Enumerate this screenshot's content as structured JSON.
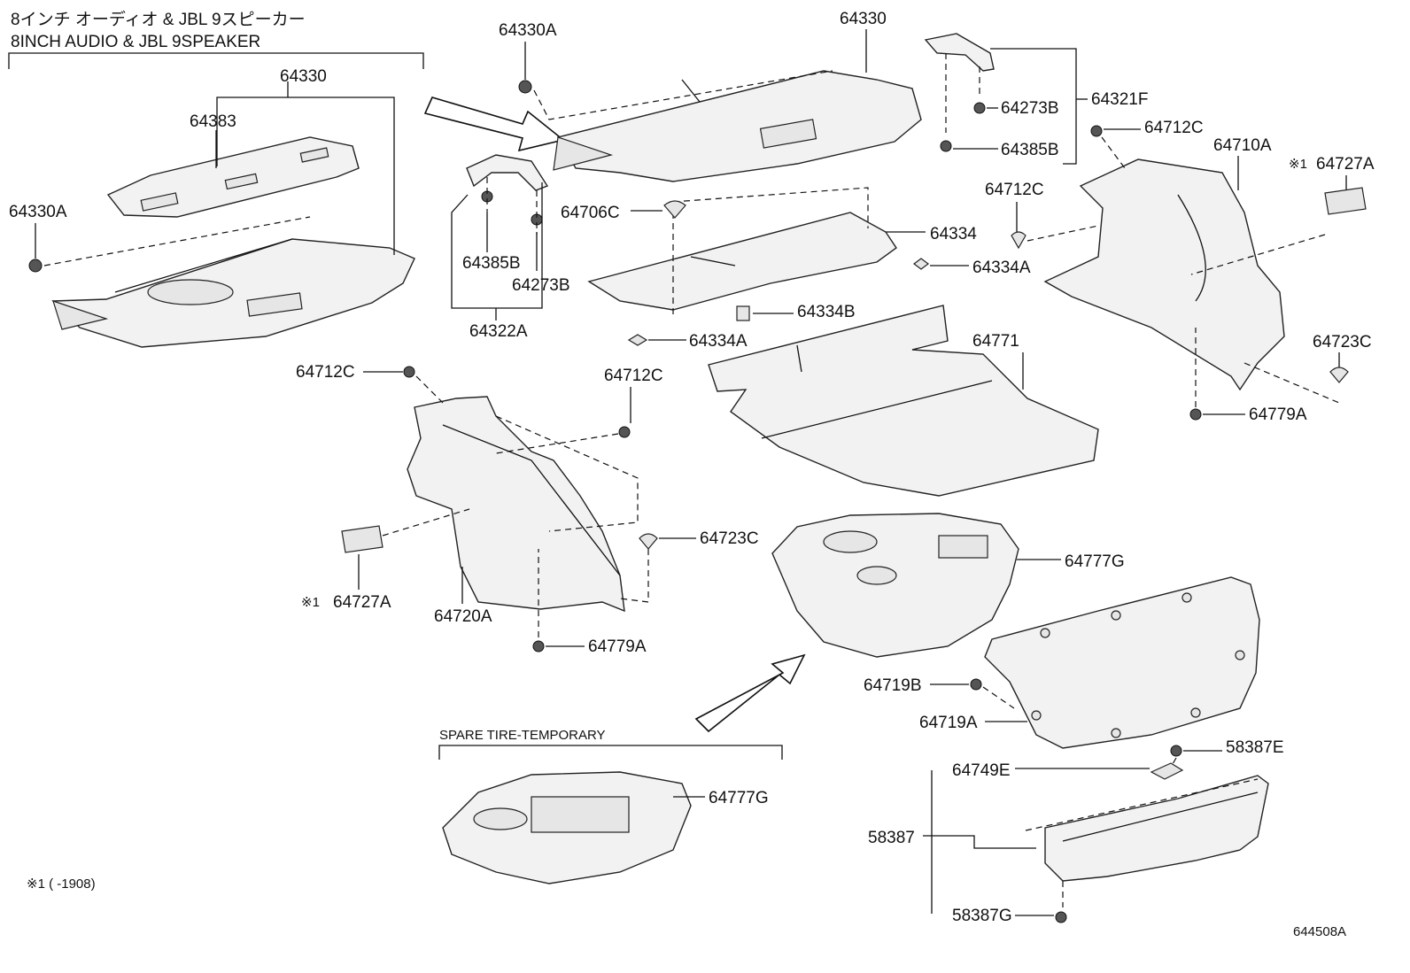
{
  "header": {
    "title_jp": "8インチ オーディオ & JBL 9スピーカー",
    "title_en": "8INCH  AUDIO & JBL 9SPEAKER"
  },
  "section": {
    "spare_tire": "SPARE TIRE-TEMPORARY"
  },
  "footnote": "※1 (     -1908)",
  "figure_id": "644508A",
  "mark": "※1",
  "labels": {
    "l64330_left": "64330",
    "l64383": "64383",
    "l64330A_left": "64330A",
    "l64330A_top": "64330A",
    "l64330_top": "64330",
    "l64385B_mid": "64385B",
    "l64273B_mid": "64273B",
    "l64322A": "64322A",
    "l64706C": "64706C",
    "l64334": "64334",
    "l64334A_right": "64334A",
    "l64334B": "64334B",
    "l64334A_mid": "64334A",
    "l64273B_top": "64273B",
    "l64321F": "64321F",
    "l64385B_top": "64385B",
    "l64712C_tr": "64712C",
    "l64712C_r2": "64712C",
    "l64710A": "64710A",
    "l64727A_right": "64727A",
    "l64723C_right": "64723C",
    "l64779A_right": "64779A",
    "l64771": "64771",
    "l64712C_left": "64712C",
    "l64712C_mid": "64712C",
    "l64723C_mid": "64723C",
    "l64727A_left": "64727A",
    "l64720A": "64720A",
    "l64779A_left": "64779A",
    "l64777G_top": "64777G",
    "l64719B": "64719B",
    "l64719A": "64719A",
    "l58387E": "58387E",
    "l64749E": "64749E",
    "l58387": "58387",
    "l58387G": "58387G",
    "l64777G_bottom": "64777G"
  }
}
